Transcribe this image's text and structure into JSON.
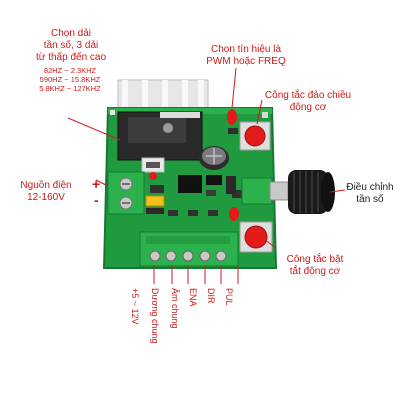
{
  "labels": {
    "freq_range": {
      "line1": "Chọn dải",
      "line2": "tần số, 3 dải",
      "line3": "từ thấp đến cao",
      "range1": "82HZ ~ 2.3KHZ",
      "range2": "590HZ ~ 15.8KHZ",
      "range3": "5.8KHZ ~ 127KHZ"
    },
    "signal_select": {
      "line1": "Chọn tín hiệu là",
      "line2": "PWM hoặc FREQ"
    },
    "direction_switch": {
      "line1": "Công tắc đảo chiều",
      "line2": "động cơ"
    },
    "power": {
      "line1": "Nguồn điện",
      "line2": "12-160V",
      "plus": "+",
      "minus": "-"
    },
    "freq_adjust": {
      "line1": "Điều chỉnh",
      "line2": "tần số"
    },
    "onoff_switch": {
      "line1": "Công tắc bật",
      "line2": "tắt động cơ"
    }
  },
  "pins": [
    {
      "label": "+5 ~ 12V"
    },
    {
      "label": "Dương chung"
    },
    {
      "label": "Âm chung"
    },
    {
      "label": "ENA"
    },
    {
      "label": "DIR"
    },
    {
      "label": "PUL"
    }
  ],
  "colors": {
    "pcb": "#1f9a3f",
    "pcb_dark": "#17802f",
    "terminal": "#2bb24c",
    "heatsink": "#e8e8e8",
    "accent": "#d01818",
    "knob": "#1a1a1a"
  }
}
